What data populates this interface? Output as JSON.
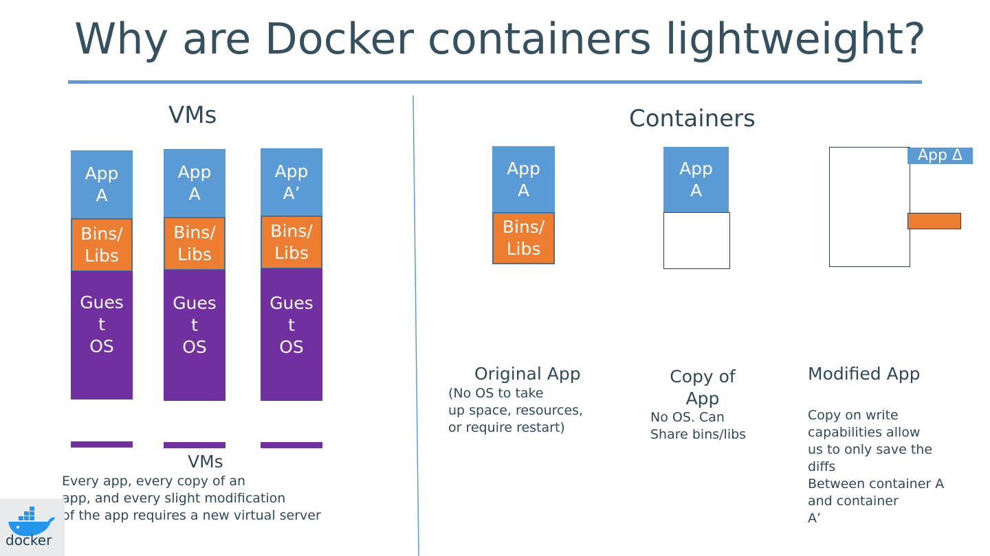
{
  "slide": {
    "title": "Why are Docker containers lightweight?"
  },
  "vms": {
    "heading": "VMs",
    "stacks": [
      {
        "app": "App\nA",
        "libs": "Bins/\nLibs",
        "os": "Gues\nt\nOS"
      },
      {
        "app": "App\nA",
        "libs": "Bins/\nLibs",
        "os": "Gues\nt\nOS"
      },
      {
        "app": "App\nA’",
        "libs": "Bins/\nLibs",
        "os": "Gues\nt\nOS"
      }
    ],
    "footer_label": "VMs",
    "description": "Every app, every copy of an\napp, and every slight modification\nof the app requires a new virtual server"
  },
  "containers": {
    "heading": "Containers",
    "original": {
      "app": "App\nA",
      "libs": "Bins/\nLibs",
      "caption": "Original App",
      "note": "(No OS to take\nup space, resources,\nor require restart)"
    },
    "copy": {
      "app": "App\nA",
      "caption": "Copy of\nApp",
      "note": "No OS. Can\nShare bins/libs"
    },
    "modified": {
      "app_delta": "App Δ",
      "caption": "Modified App",
      "note": "Copy on write\ncapabilities allow\nus to only save the\ndiffs\nBetween container A\nand container\nA’"
    }
  },
  "logo": {
    "icon": "docker-whale-icon",
    "text": "docker"
  },
  "colors": {
    "app_blue": "#5b9bd5",
    "libs_orange": "#ed7d31",
    "os_purple": "#7030a0",
    "rule_blue": "#5b9bd5",
    "text_dark": "#2f4858"
  }
}
